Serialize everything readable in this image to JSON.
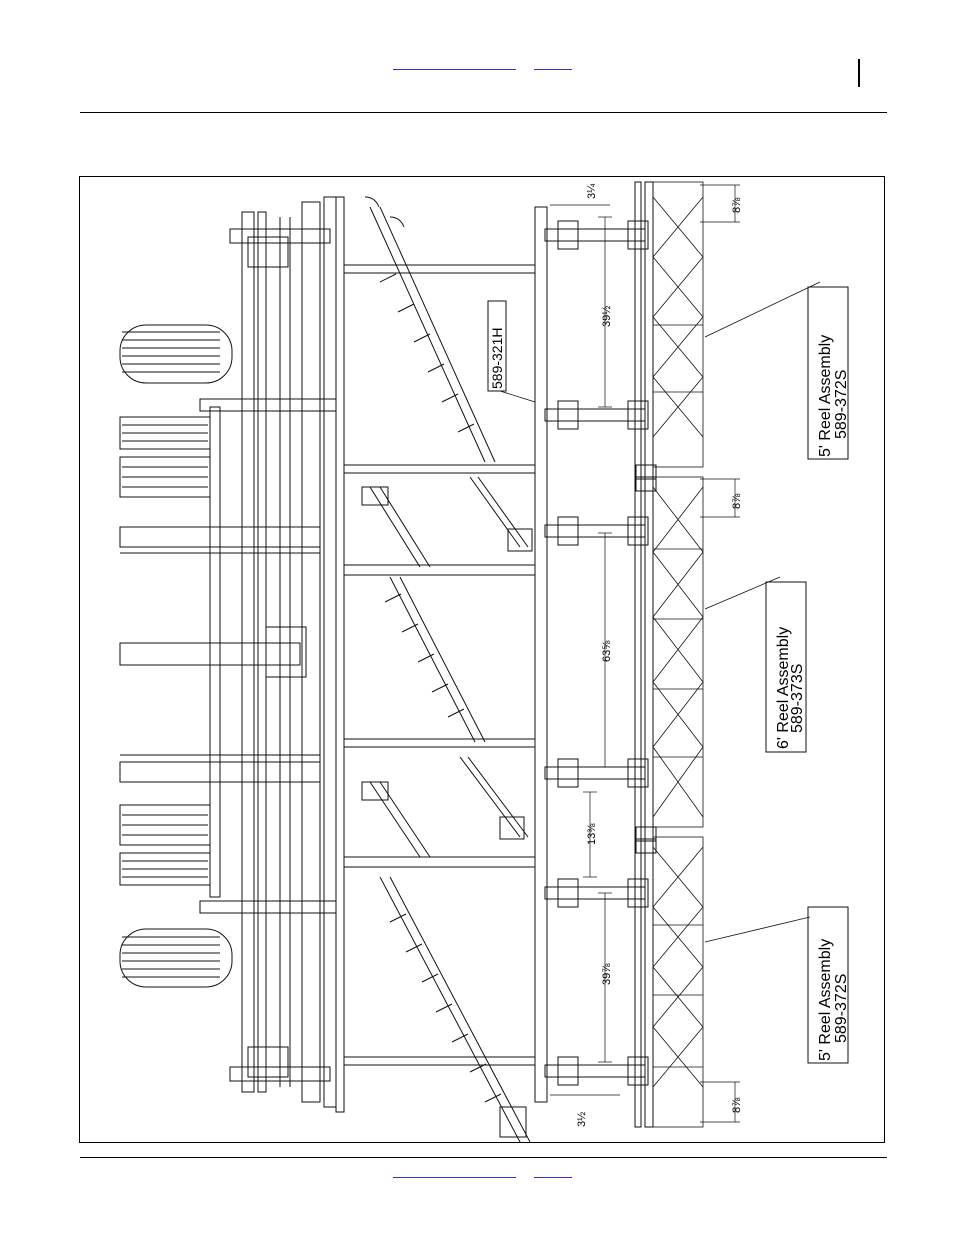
{
  "drawing": {
    "callouts": [
      {
        "line1": "5' Reel Assembly",
        "line2": "589-372S"
      },
      {
        "line1": "6' Reel Assembly",
        "line2": "589-373S"
      },
      {
        "line1": "5' Reel Assembly",
        "line2": "589-372S"
      }
    ],
    "part_label": "589-321H",
    "dimensions": {
      "d1": "3¼",
      "d2": "39½",
      "d3": "63⅝",
      "d4": "13⅜",
      "d5": "39⅞",
      "d6": "3½",
      "d7": "8⅞",
      "d8": "8⅞",
      "d9": "8⅞"
    }
  }
}
